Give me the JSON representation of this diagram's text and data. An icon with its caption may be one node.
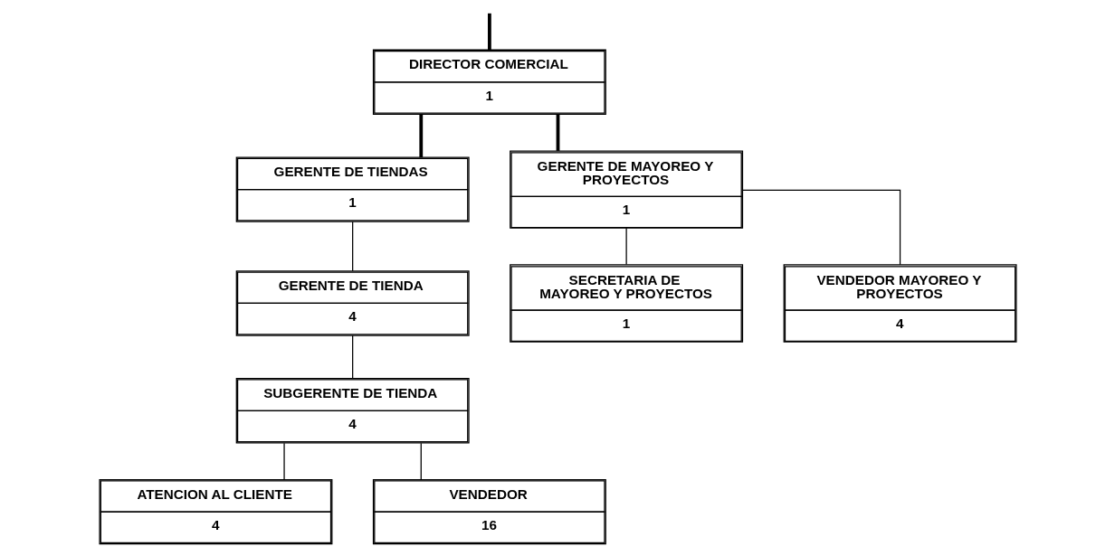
{
  "diagram": {
    "nodes": [
      {
        "text": [
          "DIRECTOR COMERCIAL",
          "1"
        ]
      },
      {
        "text": [
          "GERENTE DE TIENDAS",
          "1"
        ]
      },
      {
        "text": [
          "GERENTE DE MAYOREO Y PROYECTOS",
          "1"
        ]
      },
      {
        "text": [
          "GERENTE DE TIENDA",
          "4"
        ]
      },
      {
        "text": [
          "SUBGERENTE DE TIENDA",
          "4"
        ]
      },
      {
        "text": [
          "SECRETARIA DE MAYOREO Y PROYECTOS",
          "1"
        ]
      },
      {
        "text": [
          "VENDEDOR MAYOREO Y PROYECTOS",
          "4"
        ]
      },
      {
        "text": [
          "ATENCION AL CLIENTE",
          "4"
        ]
      },
      {
        "text": [
          "VENDEDOR",
          "16"
        ]
      }
    ],
    "edges": [
      {
        "from": null,
        "to": 0,
        "arrow": "none",
        "style": "thick"
      },
      {
        "from": 0,
        "to": 1,
        "arrow": "none",
        "style": "thick"
      },
      {
        "from": 0,
        "to": 2,
        "arrow": "none",
        "style": "thick"
      },
      {
        "from": 1,
        "to": 3,
        "arrow": "none"
      },
      {
        "from": 3,
        "to": 4,
        "arrow": "none"
      },
      {
        "from": 4,
        "to": 7,
        "arrow": "none"
      },
      {
        "from": 4,
        "to": 8,
        "arrow": "none"
      },
      {
        "from": 2,
        "to": 5,
        "arrow": "none"
      },
      {
        "from": 2,
        "to": 6,
        "arrow": "none"
      }
    ]
  }
}
